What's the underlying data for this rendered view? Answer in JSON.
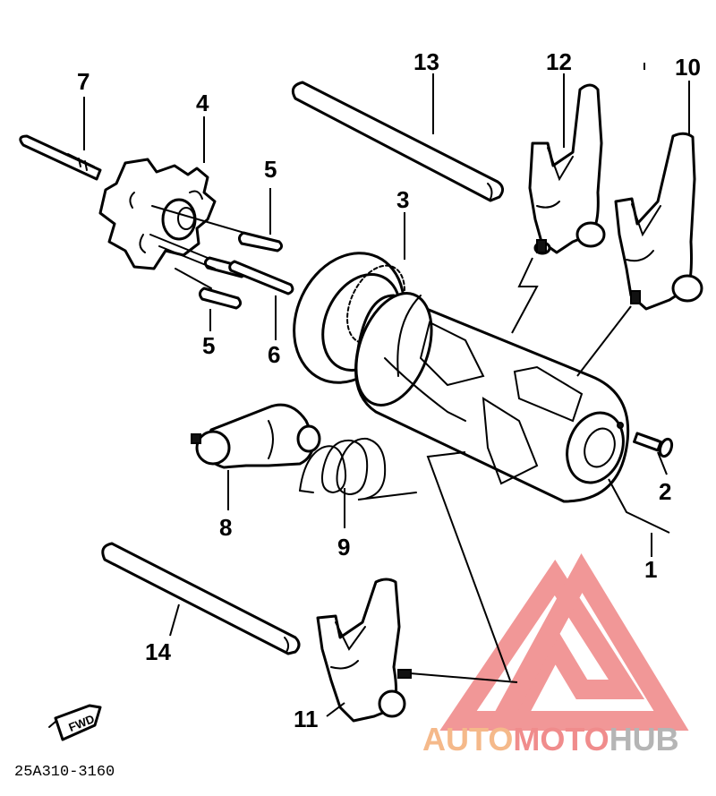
{
  "diagram": {
    "callouts": {
      "c1": "1",
      "c2": "2",
      "c3": "3",
      "c4": "4",
      "c5a": "5",
      "c5b": "5",
      "c6": "6",
      "c7": "7",
      "c8": "8",
      "c9": "9",
      "c10": "10",
      "c11": "11",
      "c12": "12",
      "c13": "13",
      "c14": "14"
    },
    "fwd_label": "FWD",
    "drawing_code": "25A310-3160"
  },
  "watermark": {
    "word_auto": "AUTO",
    "word_moto": "MOTO",
    "word_hub": "HUB",
    "colors": {
      "auto": "#f5b98a",
      "moto": "#f08c8c",
      "hub": "#b5b5b5",
      "logo": "#f08c8c"
    }
  }
}
